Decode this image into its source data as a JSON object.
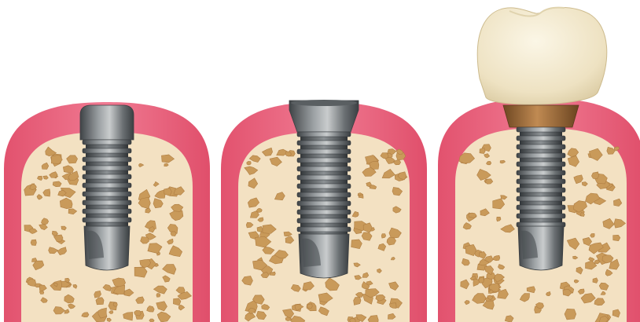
{
  "colors": {
    "background": "#ffffff",
    "gum": "#e85a75",
    "gum_light": "#f4a2b3",
    "bone": "#f3e1c2",
    "bone_pores": "#c99a5a",
    "implant_dark": "#4f5458",
    "implant_light": "#a9adb0",
    "abutment_gold": "#9a6a38",
    "crown": "#f1e7cb"
  },
  "panels": [
    {
      "stage": "healing-cap",
      "has_crown": false
    },
    {
      "stage": "implant-collar",
      "has_crown": false
    },
    {
      "stage": "abutment-crown",
      "has_crown": true
    }
  ]
}
